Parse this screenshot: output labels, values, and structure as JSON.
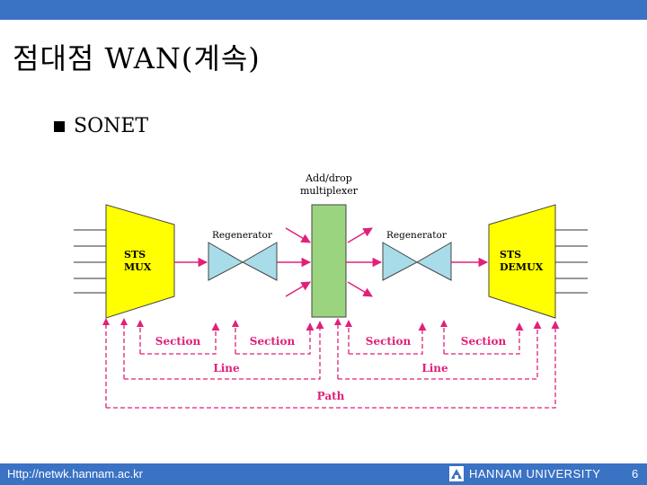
{
  "slide": {
    "title": "점대점 WAN(계속)",
    "bullet": "SONET",
    "page_number": "6"
  },
  "footer": {
    "url": "Http://netwk.hannam.ac.kr",
    "university": "HANNAM UNIVERSITY"
  },
  "diagram": {
    "mux_label_1": "STS",
    "mux_label_2": "MUX",
    "demux_label_1": "STS",
    "demux_label_2": "DEMUX",
    "regenerator_left": "Regenerator",
    "regenerator_right": "Regenerator",
    "adm_label_1": "Add/drop",
    "adm_label_2": "multiplexer",
    "section_labels": [
      "Section",
      "Section",
      "Section",
      "Section"
    ],
    "line_labels": [
      "Line",
      "Line"
    ],
    "path_label": "Path",
    "colors": {
      "accent_bar": "#3a72c4",
      "mux": "#ffff00",
      "regenerator": "#a8dce8",
      "adm": "#9bd47f",
      "signal": "#e0207a"
    }
  }
}
